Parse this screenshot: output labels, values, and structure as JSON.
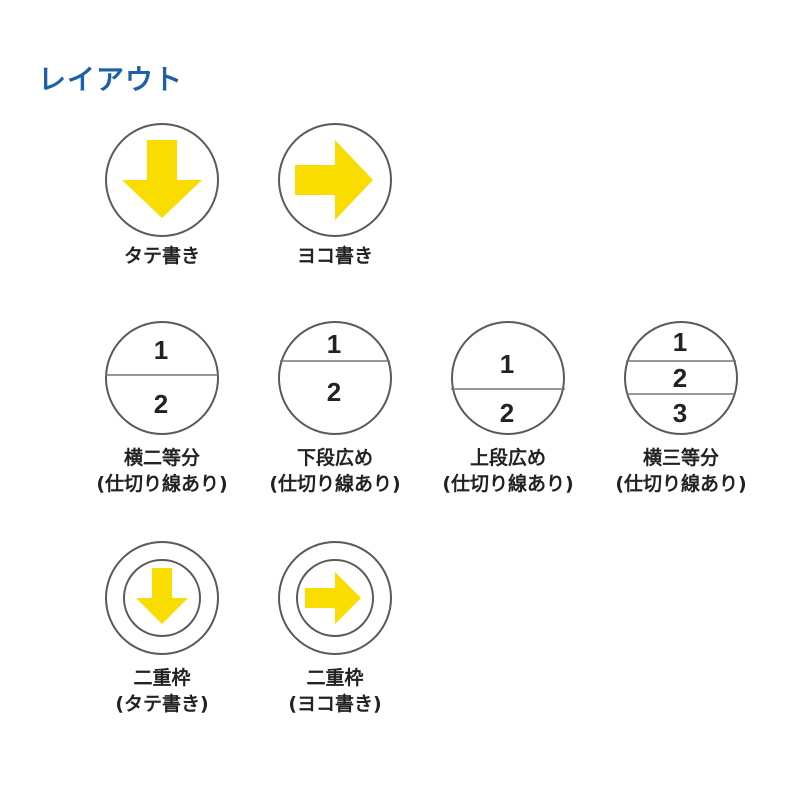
{
  "title": "レイアウト",
  "colors": {
    "title": "#1f5fa8",
    "arrow": "#f9dc00",
    "circle_stroke": "#5a5a5a",
    "divider": "#777777"
  },
  "items": [
    {
      "icon": "arrow-down-icon",
      "label": [
        "タテ書き"
      ]
    },
    {
      "icon": "arrow-right-icon",
      "label": [
        "ヨコ書き"
      ]
    },
    {
      "icon": "split-halves-icon",
      "numbers": [
        "1",
        "2"
      ],
      "label": [
        "横二等分",
        "(仕切り線あり)"
      ]
    },
    {
      "icon": "split-bottom-wide-icon",
      "numbers": [
        "1",
        "2"
      ],
      "label": [
        "下段広め",
        "(仕切り線あり)"
      ]
    },
    {
      "icon": "split-top-wide-icon",
      "numbers": [
        "1",
        "2"
      ],
      "label": [
        "上段広め",
        "(仕切り線あり)"
      ]
    },
    {
      "icon": "split-thirds-icon",
      "numbers": [
        "1",
        "2",
        "3"
      ],
      "label": [
        "横三等分",
        "(仕切り線あり)"
      ]
    },
    {
      "icon": "double-frame-arrow-down-icon",
      "label": [
        "二重枠",
        "(タテ書き)"
      ]
    },
    {
      "icon": "double-frame-arrow-right-icon",
      "label": [
        "二重枠",
        "(ヨコ書き)"
      ]
    }
  ]
}
